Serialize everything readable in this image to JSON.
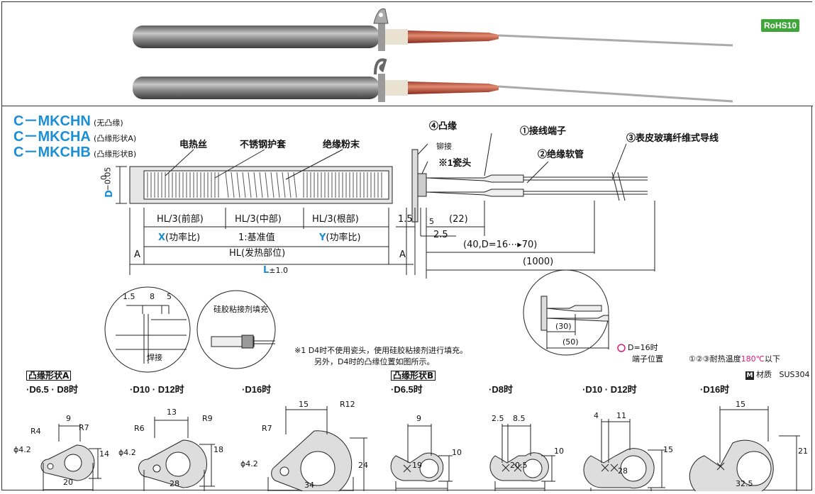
{
  "rohs": "RoHS10",
  "titles": [
    {
      "code": "C－MKCHN",
      "note": "(无凸缘)"
    },
    {
      "code": "C－MKCHA",
      "note": "(凸缘形状A)"
    },
    {
      "code": "C－MKCHB",
      "note": "(凸缘形状B)"
    }
  ],
  "parts": {
    "heater_wire": "电热丝",
    "sheath": "不锈钢护套",
    "powder": "绝缘粉末",
    "flange": "④凸缘",
    "rivet": "铆接",
    "terminal": "①接线端子",
    "lead": "③表皮玻璃纤维式导线",
    "ceramic": "※1瓷头",
    "tube": "②绝缘软管"
  },
  "dims": {
    "d_tol_0": "0",
    "d_tol_1": "−0.05",
    "d_label": "D",
    "hl_front": "HL/3(前部)",
    "hl_mid": "HL/3(中部)",
    "hl_root": "HL/3(根部)",
    "x": "X",
    "x_note": "(功率比)",
    "base": "1:基准值",
    "y": "Y",
    "y_note": "(功率比)",
    "a1": "A",
    "a2": "A",
    "hl": "HL(发热部位)",
    "l": "L",
    "l_tol": "±1.0",
    "d15": "1.5",
    "d5": "5",
    "d22": "(22)",
    "d25": "2.5",
    "d40": "(40,D=16⋯▸70)",
    "d1000": "(1000)"
  },
  "detail": {
    "d15": "1.5",
    "d8": "8",
    "d5": "5",
    "weld": "焊接",
    "silicone": "硅胶粘接剂填充",
    "d30": "(30)",
    "d50": "(50)",
    "d16_a": "D=16时",
    "d16_b": "端子位置"
  },
  "notes": {
    "n1": "※1 D4时不使用瓷头，使用硅胶粘接剂进行填充。",
    "n2": "另外，D4时的凸缘位置如图所示。",
    "temp_a": "①②③耐热温度",
    "temp_b": "180℃",
    "temp_c": "以下",
    "mat_icon": "M",
    "mat_label": "材质",
    "mat_val": "SUS304"
  },
  "flanges": {
    "shape_a": "凸缘形状A",
    "shape_b": "凸缘形状B",
    "a1": {
      "title": "·D6.5 · D8时",
      "d9": "9",
      "r7": "R7",
      "r4": "R4",
      "phi": "ϕ4.2",
      "d14": "14",
      "d20": "20"
    },
    "a2": {
      "title": "·D10 · D12时",
      "d13": "13",
      "r9": "R9",
      "r6": "R6",
      "phi": "ϕ4.2",
      "d18": "18",
      "d28": "28"
    },
    "a3": {
      "title": "·D16时",
      "d15": "15",
      "r12": "R12",
      "r7": "R7",
      "phi": "ϕ4.2",
      "d24": "24",
      "d34": "34"
    },
    "b1": {
      "title": "·D6.5时",
      "d9": "9",
      "d10": "10",
      "d19": "19"
    },
    "b2": {
      "title": "·D8时",
      "d25": "2.5",
      "d85": "8.5",
      "d10": "10",
      "d205": "20.5"
    },
    "b3": {
      "title": "·D10 · D12时",
      "d4": "4",
      "d11": "11",
      "d15": "15",
      "d28": "28"
    },
    "b4": {
      "title": "·D16时",
      "d15": "15",
      "d21": "21",
      "d325": "32.5"
    }
  }
}
